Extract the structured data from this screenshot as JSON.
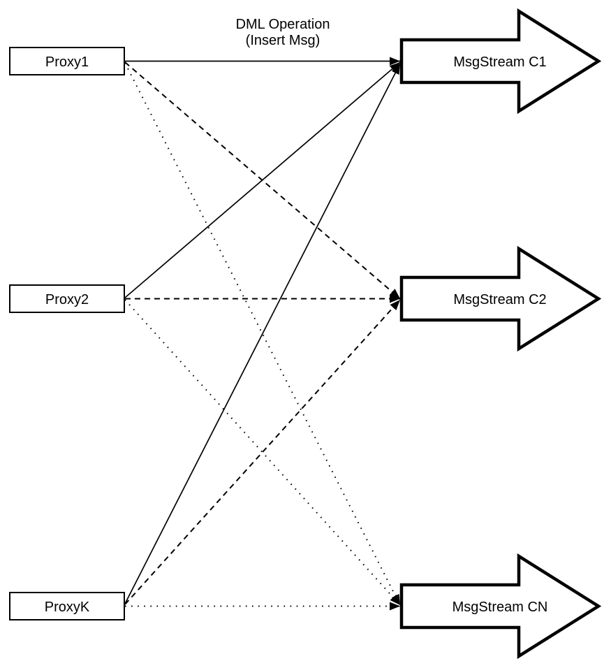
{
  "diagram": {
    "colors": {
      "background": "#ffffff",
      "stroke": "#000000",
      "node_fill": "#ffffff"
    },
    "annotation": {
      "line1": "DML Operation",
      "line2": "(Insert Msg)",
      "full_text": "DML Operation (Insert Msg)",
      "attached_to_edge": "Proxy1 -> MsgStream C1"
    },
    "proxies": [
      {
        "label": "Proxy1"
      },
      {
        "label": "Proxy2"
      },
      {
        "label": "ProxyK"
      }
    ],
    "streams": [
      {
        "label": "MsgStream C1"
      },
      {
        "label": "MsgStream C2"
      },
      {
        "label": "MsgStream CN"
      }
    ],
    "edges": [
      {
        "from": "Proxy1",
        "to": "MsgStream C1",
        "style": "solid",
        "arrowhead": "filled-triangle"
      },
      {
        "from": "Proxy1",
        "to": "MsgStream C2",
        "style": "dashed",
        "arrowhead": "filled-triangle"
      },
      {
        "from": "Proxy1",
        "to": "MsgStream CN",
        "style": "dotted",
        "arrowhead": "filled-triangle"
      },
      {
        "from": "Proxy2",
        "to": "MsgStream C1",
        "style": "solid",
        "arrowhead": "filled-triangle"
      },
      {
        "from": "Proxy2",
        "to": "MsgStream C2",
        "style": "dashed",
        "arrowhead": "filled-triangle"
      },
      {
        "from": "Proxy2",
        "to": "MsgStream CN",
        "style": "dotted",
        "arrowhead": "filled-triangle"
      },
      {
        "from": "ProxyK",
        "to": "MsgStream C1",
        "style": "solid",
        "arrowhead": "filled-triangle"
      },
      {
        "from": "ProxyK",
        "to": "MsgStream C2",
        "style": "dashed",
        "arrowhead": "filled-triangle"
      },
      {
        "from": "ProxyK",
        "to": "MsgStream CN",
        "style": "dotted",
        "arrowhead": "filled-triangle"
      }
    ]
  }
}
